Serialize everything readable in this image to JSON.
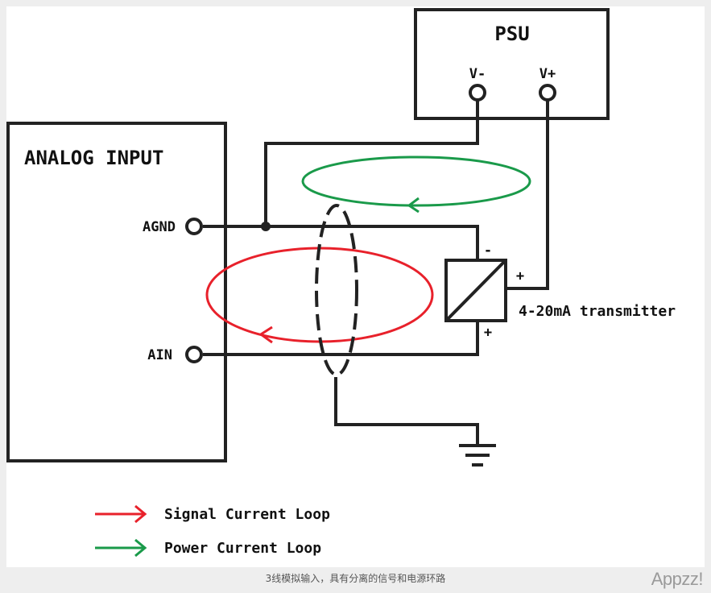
{
  "diagram": {
    "psu_label": "PSU",
    "psu_vminus": "V-",
    "psu_vplus": "V+",
    "analog_input_label": "ANALOG INPUT",
    "agnd_label": "AGND",
    "ain_label": "AIN",
    "transmitter_label": "4-20mA transmitter",
    "tx_top_minus": "-",
    "tx_right_plus": "+",
    "tx_bottom_plus": "+"
  },
  "legend": {
    "signal_label": "Signal Current Loop",
    "power_label": "Power Current Loop",
    "signal_color": "#e8212b",
    "power_color": "#1a9a4a"
  },
  "footer": {
    "caption": "3线模拟输入，具有分离的信号和电源环路",
    "brand": "Appzz!"
  }
}
